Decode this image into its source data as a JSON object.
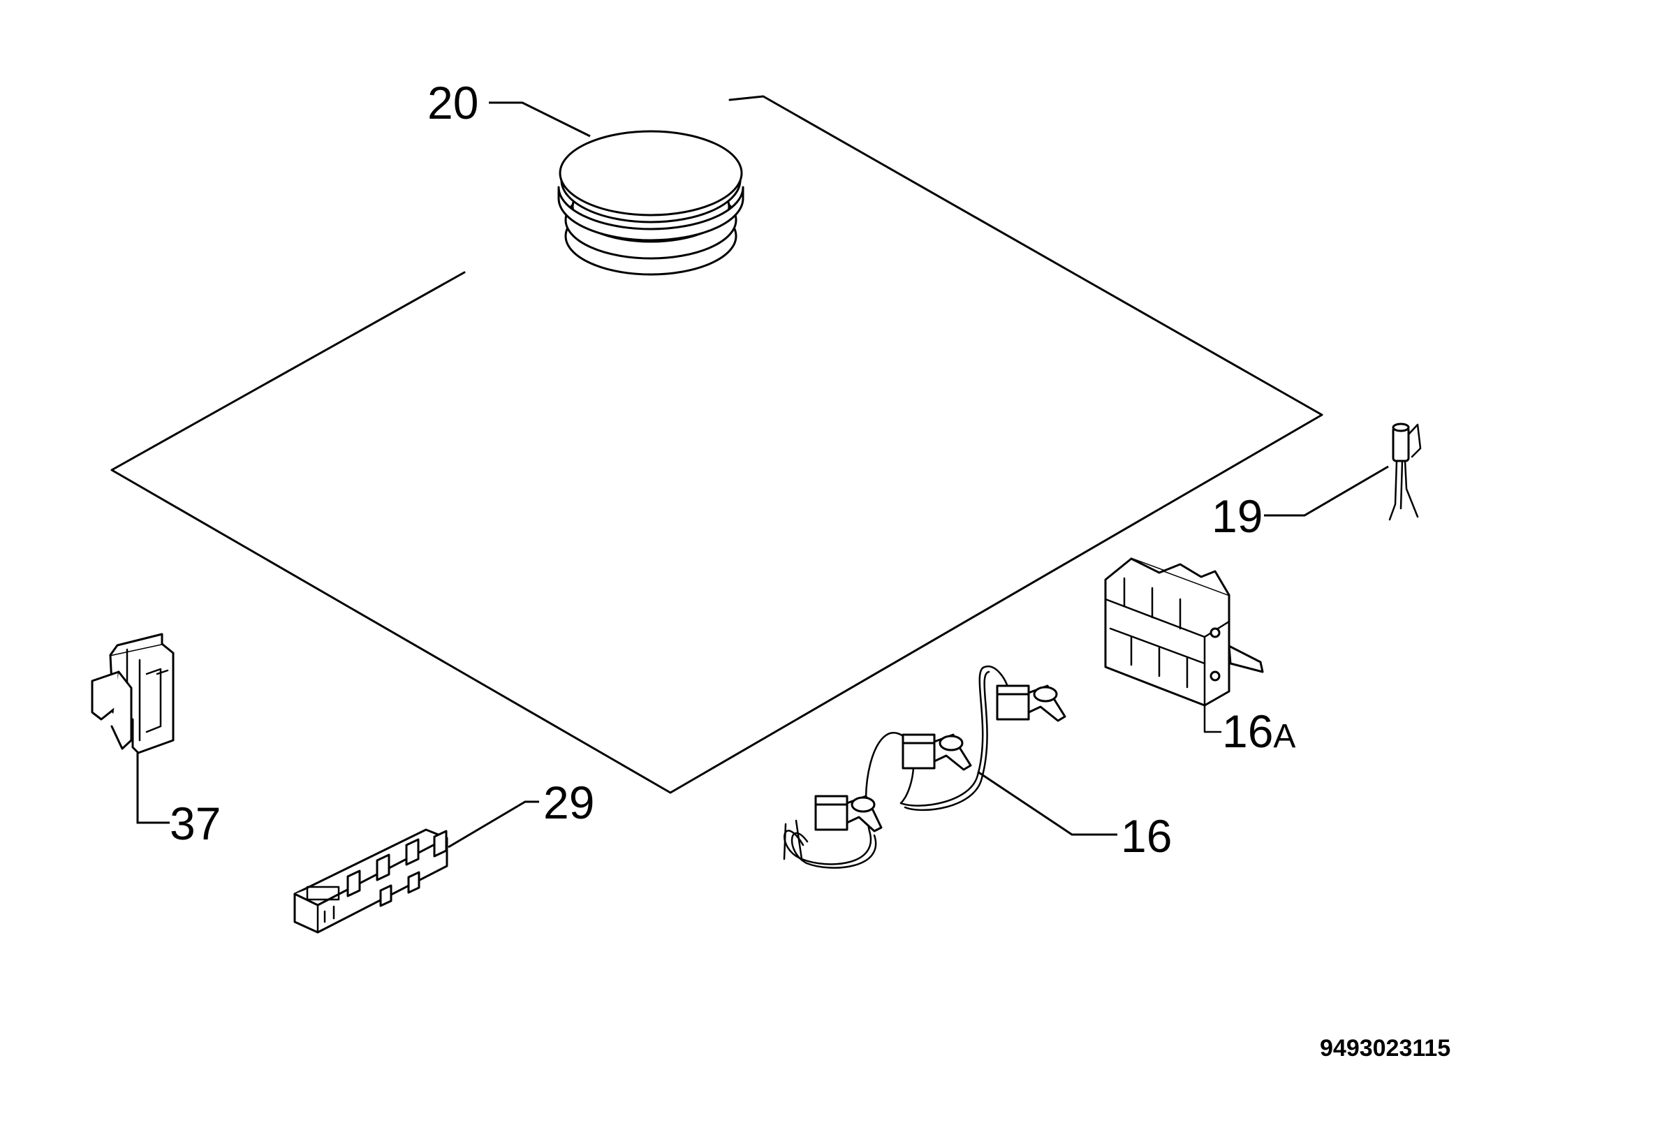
{
  "labels": {
    "part_20": "20",
    "part_19": "19",
    "part_16a_number": "16",
    "part_16a_suffix": "A",
    "part_37": "37",
    "part_29": "29",
    "part_16": "16"
  },
  "document_number": "9493023115"
}
